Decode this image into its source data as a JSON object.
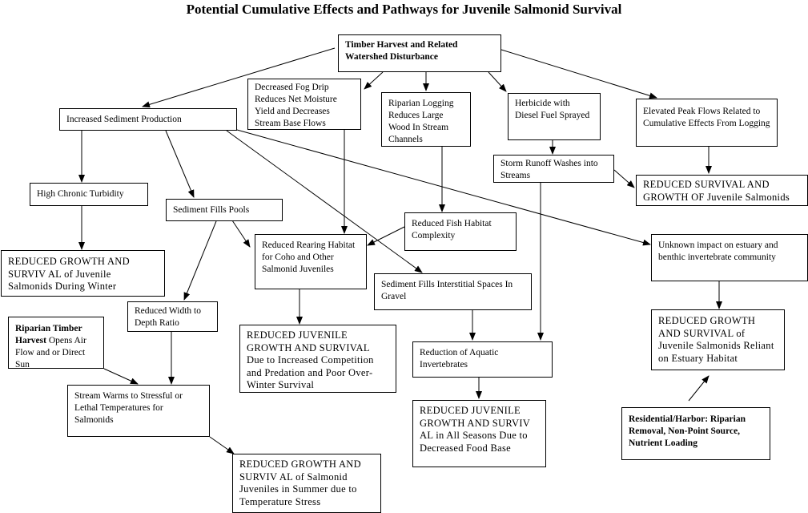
{
  "title": "Potential Cumulative Effects and Pathways for Juvenile Salmonid Survival",
  "nodes": {
    "timber_harvest": {
      "text": "Timber Harvest and Related Watershed Disturbance"
    },
    "sediment_production": {
      "text": "Increased Sediment Production"
    },
    "fog_drip": {
      "text": "Decreased Fog Drip Reduces Net Moisture Yield and Decreases Stream Base Flows"
    },
    "riparian_logging": {
      "text": "Riparian Logging Reduces Large Wood In Stream Channels"
    },
    "herbicide": {
      "text": "Herbicide with Diesel Fuel Sprayed"
    },
    "peak_flows": {
      "text": "Elevated Peak Flows Related to Cumulative Effects From Logging"
    },
    "turbidity": {
      "text": "High Chronic Turbidity"
    },
    "fills_pools": {
      "text": "Sediment Fills Pools"
    },
    "storm_runoff": {
      "text": "Storm Runoff Washes into Streams"
    },
    "reduced_survival_growth": {
      "text": "REDUCED SURVIVAL AND GROWTH OF Juvenile Salmonids"
    },
    "habitat_complexity": {
      "text": "Reduced Fish Habitat Complexity"
    },
    "rearing_habitat": {
      "text": "Reduced Rearing Habitat for Coho and Other Salmonid Juveniles"
    },
    "estuary_impact": {
      "text": "Unknown impact on estuary and benthic invertebrate community"
    },
    "winter_growth": {
      "text": "REDUCED GROWTH AND SURVIV AL of Juvenile Salmonids During Winter"
    },
    "interstitial": {
      "text": "Sediment Fills Interstitial Spaces In Gravel"
    },
    "width_depth": {
      "text": "Reduced Width to Depth Ratio"
    },
    "riparian_timber": {
      "bold": "Riparian Timber Harvest",
      "text": " Opens Air Flow and or Direct Sun"
    },
    "juvenile_competition": {
      "text": "REDUCED JUVENILE GROWTH AND SURVIVAL Due to Increased Competition and Predation and Poor Over-Winter Survival"
    },
    "estuary_growth": {
      "text": "REDUCED GROWTH AND SURVIVAL of Juvenile Salmonids Reliant on Estuary Habitat"
    },
    "aquatic_invertebrates": {
      "text": "Reduction of Aquatic Invertebrates"
    },
    "stream_warms": {
      "text": "Stream Warms to Stressful or Lethal Temperatures for Salmonids"
    },
    "all_seasons": {
      "text": "REDUCED JUVENILE GROWTH AND SURVIV AL in All Seasons Due to Decreased Food Base"
    },
    "residential": {
      "text": "Residential/Harbor: Riparian Removal, Non-Point Source, Nutrient Loading"
    },
    "summer_growth": {
      "text": "REDUCED GROWTH AND SURVIV AL of Salmonid Juveniles in Summer due to Temperature Stress"
    }
  }
}
